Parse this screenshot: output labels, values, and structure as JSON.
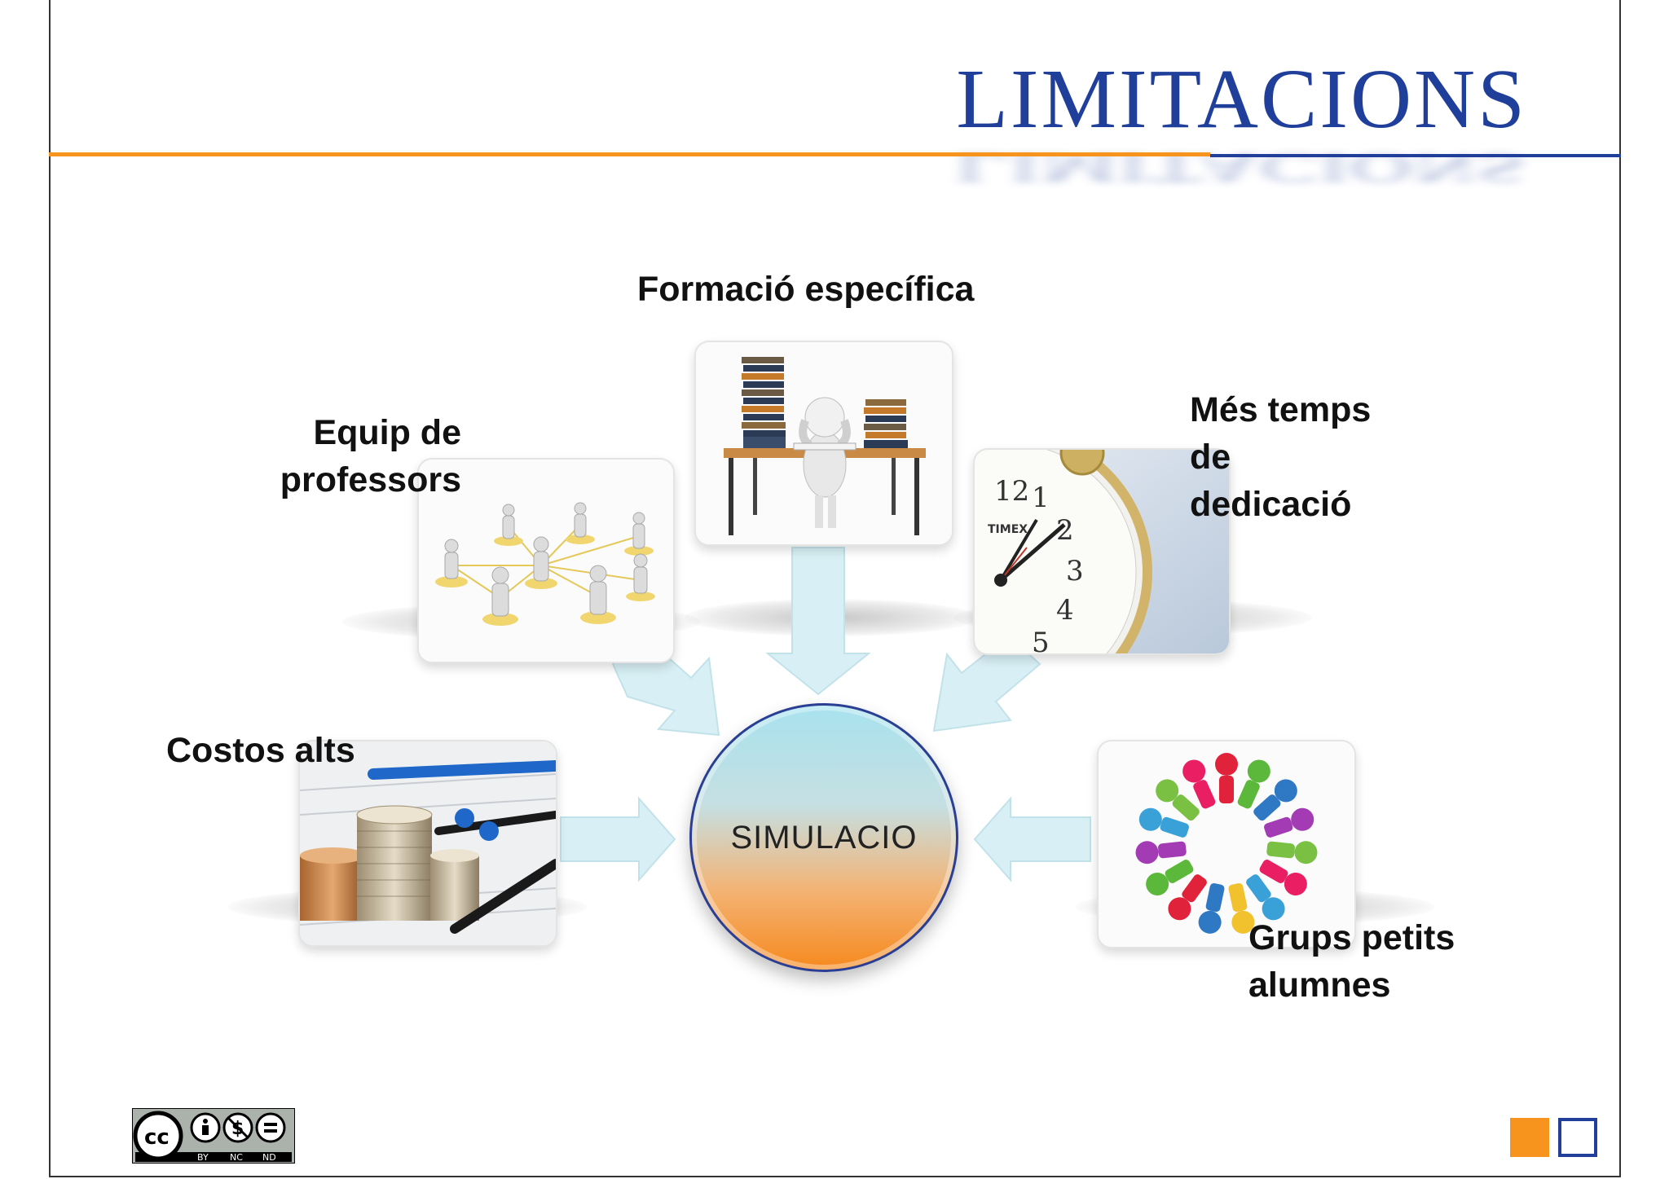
{
  "slide": {
    "title": "LIMITACIONS",
    "hub_label": "SIMULACIO"
  },
  "nodes": {
    "formacio": {
      "label_lines": [
        "Formació específica"
      ],
      "icon": "figure-at-desk-with-books"
    },
    "equip": {
      "label_lines": [
        "Equip de",
        "professors"
      ],
      "icon": "network-of-people"
    },
    "temps": {
      "label_lines": [
        "Més temps",
        "de",
        "dedicació"
      ],
      "icon": "alarm-clock",
      "clock_brand": "TIMEX",
      "clock_numbers": [
        "12",
        "1",
        "2",
        "3",
        "4",
        "5"
      ]
    },
    "costos": {
      "label_lines": [
        "Costos alts"
      ],
      "icon": "coins-and-pens"
    },
    "grups": {
      "label_lines": [
        "Grups petits",
        "alumnes"
      ],
      "icon": "circle-of-people"
    }
  },
  "license": {
    "badge": "cc",
    "tags": [
      "BY",
      "NC",
      "ND"
    ]
  },
  "colors": {
    "title_blue": "#1f3f9b",
    "accent_orange": "#f7941d",
    "arrow_fill": "#d8f0f5"
  }
}
